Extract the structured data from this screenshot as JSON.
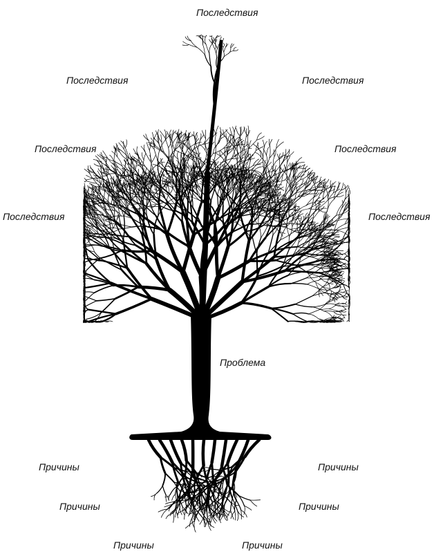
{
  "diagram": {
    "type": "problem-tree",
    "colors": {
      "tree": "#000000",
      "text": "#111111",
      "background": "#ffffff"
    },
    "consequences": [
      "Последствия",
      "Последствия",
      "Последствия",
      "Последствия",
      "Последствия",
      "Последствия",
      "Последствия"
    ],
    "problem": "Проблема",
    "causes": [
      "Причины",
      "Причины",
      "Причины",
      "Причины",
      "Причины",
      "Причины"
    ]
  }
}
